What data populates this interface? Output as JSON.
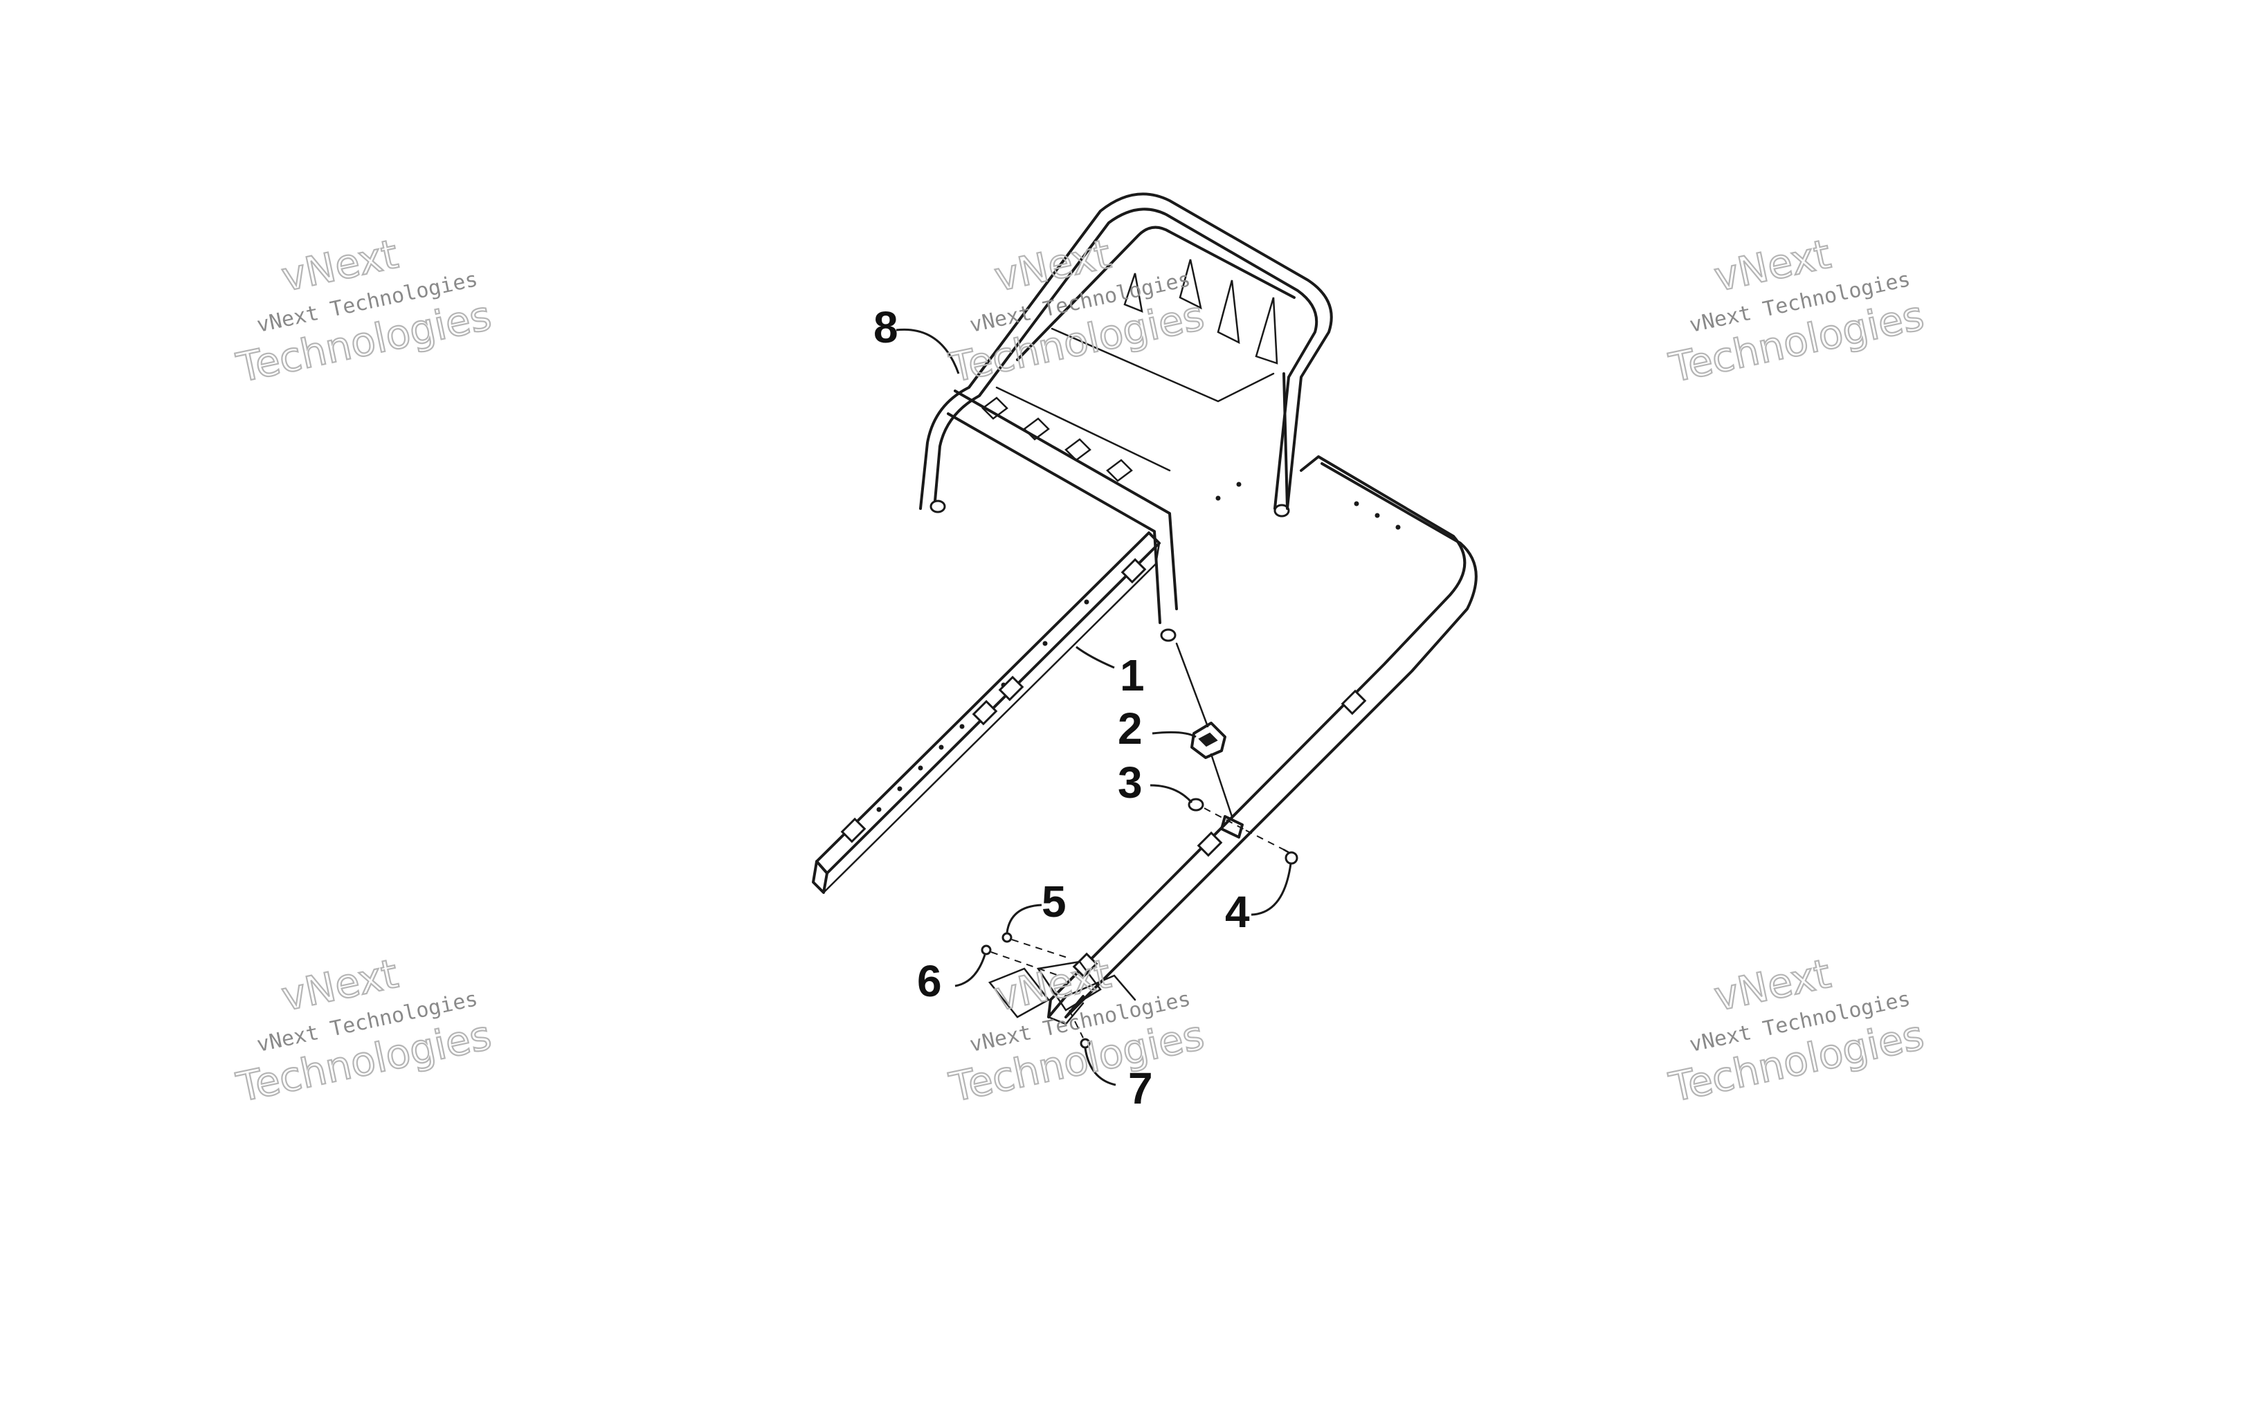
{
  "diagram": {
    "callouts": [
      {
        "label": "1"
      },
      {
        "label": "2"
      },
      {
        "label": "3"
      },
      {
        "label": "4"
      },
      {
        "label": "5"
      },
      {
        "label": "6"
      },
      {
        "label": "7"
      },
      {
        "label": "8"
      }
    ],
    "watermark": {
      "line_small": "vNext Technologies",
      "line_big_1": "vNext",
      "line_big_2": "Technologies"
    },
    "colors": {
      "ink": "#1a1a1a",
      "watermark": "#b5b5b5",
      "background": "#ffffff"
    }
  }
}
